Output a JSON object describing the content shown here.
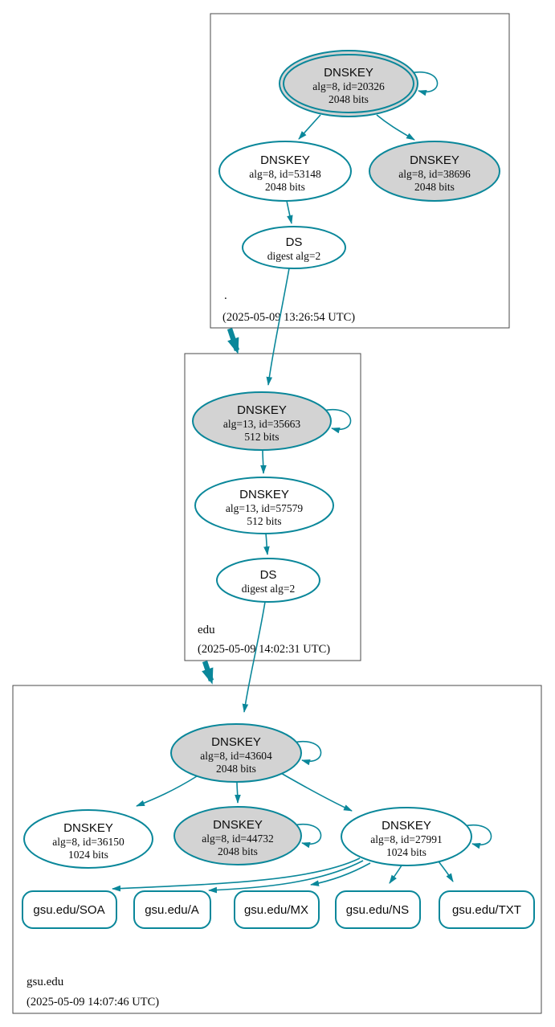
{
  "diagram_type": "dnssec-authentication-chain",
  "colors": {
    "secure_teal": "#0a879a",
    "node_gray_fill": "#d3d3d3",
    "node_white_fill": "#ffffff",
    "zone_border": "#4a4a4a",
    "text": "#0b0b0b"
  },
  "zones": [
    {
      "name": ".",
      "timestamp": "(2025-05-09 13:26:54 UTC)",
      "nodes": {
        "ksk": {
          "title": "DNSKEY",
          "alg": "alg=8, id=20326",
          "bits": "2048 bits"
        },
        "zsk": {
          "title": "DNSKEY",
          "alg": "alg=8, id=53148",
          "bits": "2048 bits"
        },
        "key38696": {
          "title": "DNSKEY",
          "alg": "alg=8, id=38696",
          "bits": "2048 bits"
        },
        "ds": {
          "title": "DS",
          "digest": "digest alg=2"
        }
      }
    },
    {
      "name": "edu",
      "timestamp": "(2025-05-09 14:02:31 UTC)",
      "nodes": {
        "ksk": {
          "title": "DNSKEY",
          "alg": "alg=13, id=35663",
          "bits": "512 bits"
        },
        "zsk": {
          "title": "DNSKEY",
          "alg": "alg=13, id=57579",
          "bits": "512 bits"
        },
        "ds": {
          "title": "DS",
          "digest": "digest alg=2"
        }
      }
    },
    {
      "name": "gsu.edu",
      "timestamp": "(2025-05-09 14:07:46 UTC)",
      "nodes": {
        "ksk": {
          "title": "DNSKEY",
          "alg": "alg=8, id=43604",
          "bits": "2048 bits"
        },
        "key36150": {
          "title": "DNSKEY",
          "alg": "alg=8, id=36150",
          "bits": "1024 bits"
        },
        "key44732": {
          "title": "DNSKEY",
          "alg": "alg=8, id=44732",
          "bits": "2048 bits"
        },
        "key27991": {
          "title": "DNSKEY",
          "alg": "alg=8, id=27991",
          "bits": "1024 bits"
        }
      },
      "records": [
        {
          "label": "gsu.edu/SOA"
        },
        {
          "label": "gsu.edu/A"
        },
        {
          "label": "gsu.edu/MX"
        },
        {
          "label": "gsu.edu/NS"
        },
        {
          "label": "gsu.edu/TXT"
        }
      ]
    }
  ]
}
